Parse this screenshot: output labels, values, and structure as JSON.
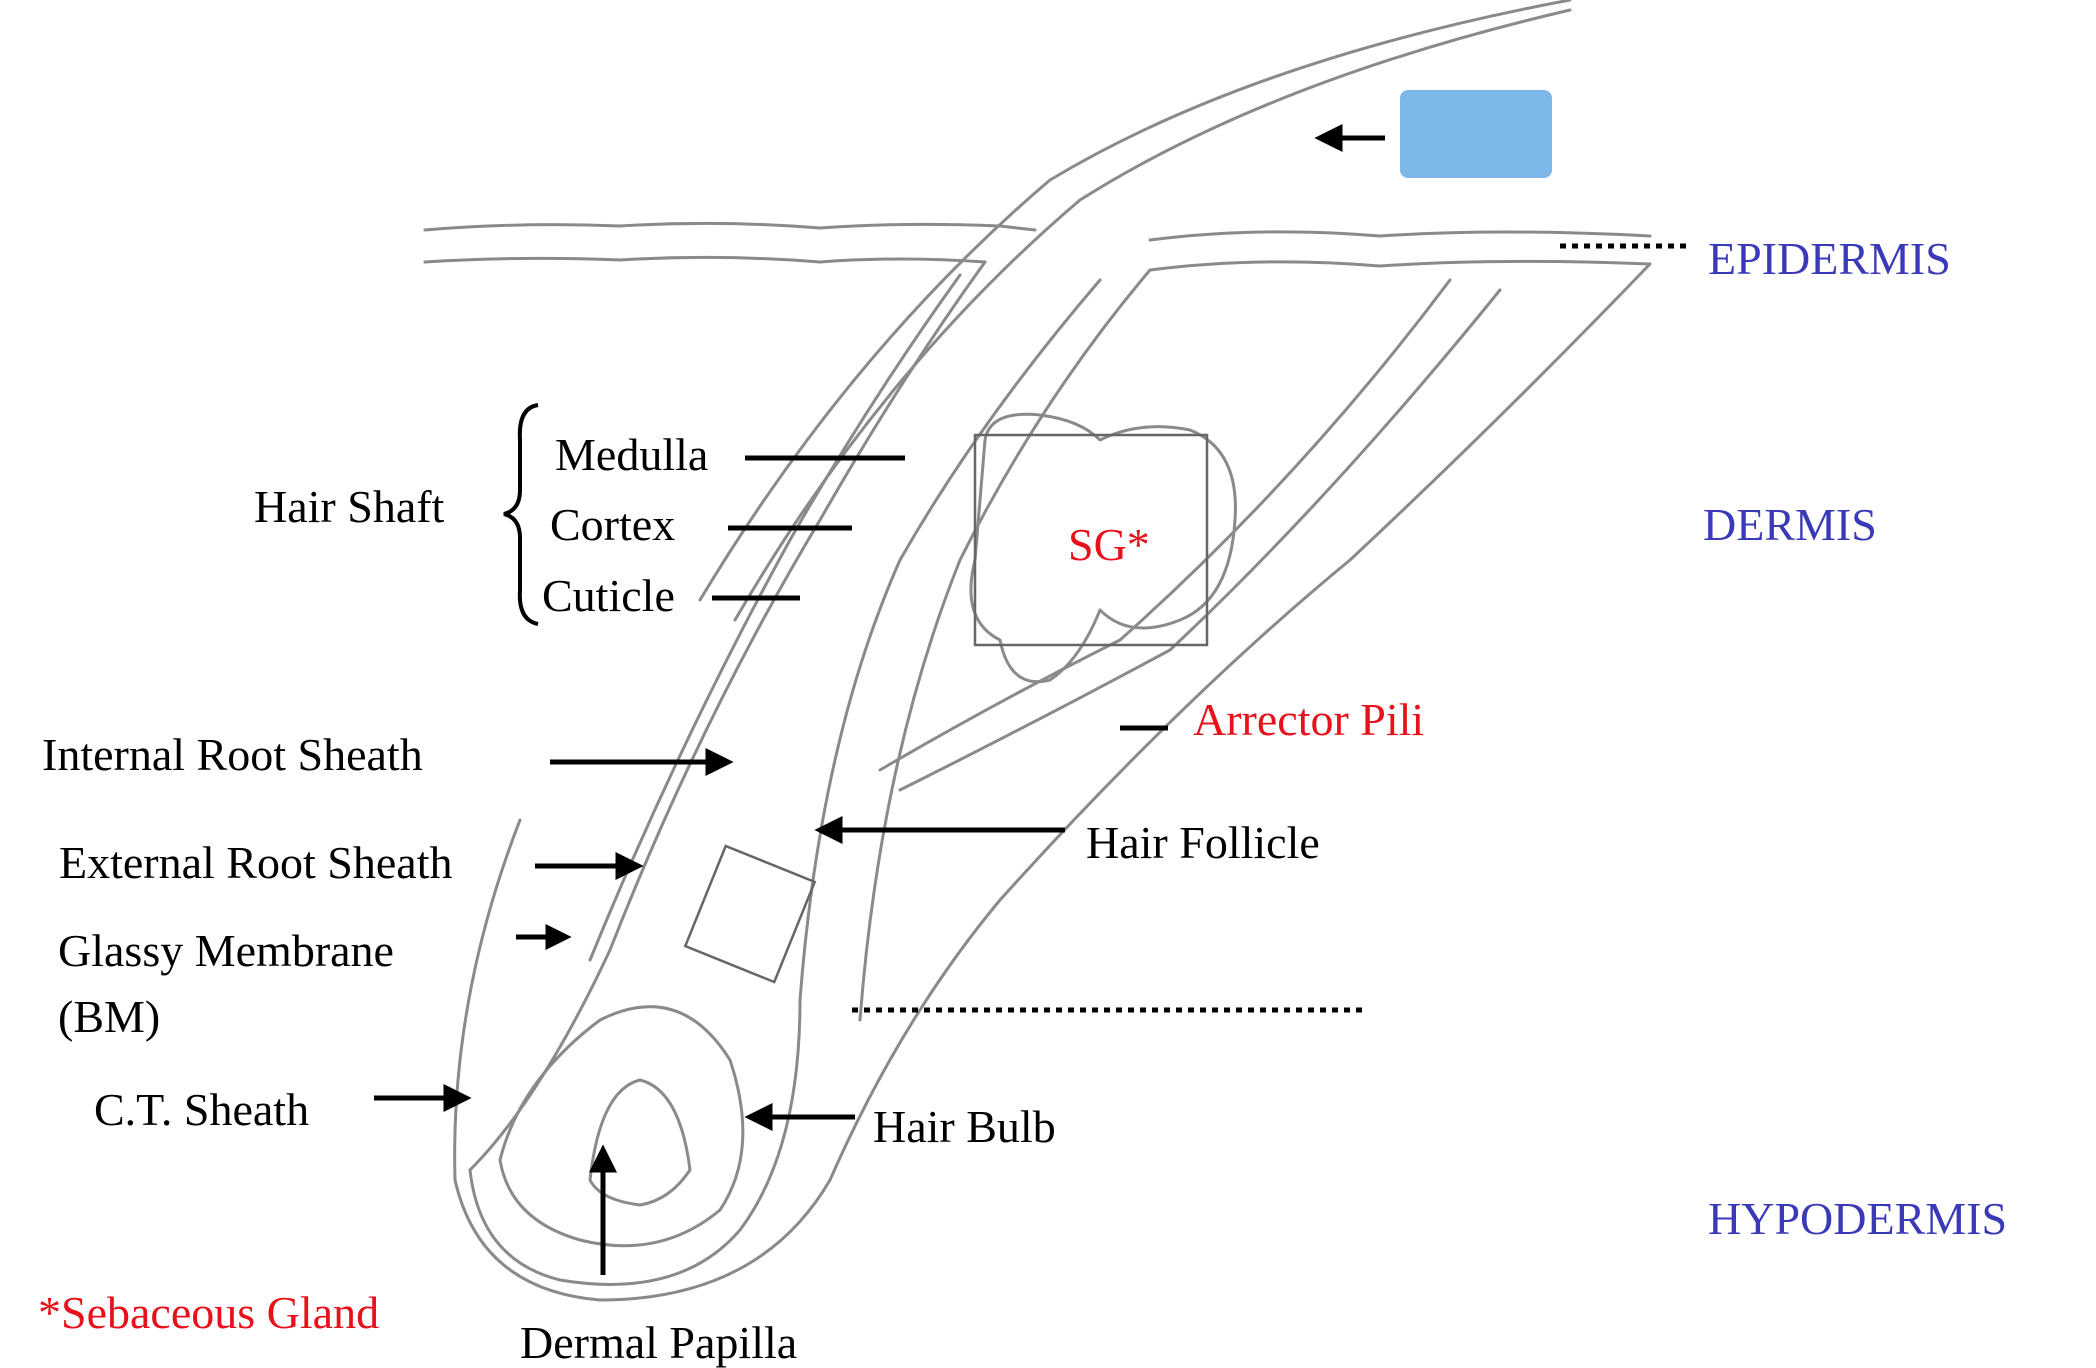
{
  "layers": {
    "epidermis": "EPIDERMIS",
    "dermis": "DERMIS",
    "hypodermis": "HYPODERMIS"
  },
  "labels": {
    "hair_shaft": "Hair Shaft",
    "medulla": "Medulla",
    "cortex": "Cortex",
    "cuticle": "Cuticle",
    "internal_root_sheath": "Internal Root Sheath",
    "external_root_sheath": "External Root Sheath",
    "glassy_membrane_line1": "Glassy Membrane",
    "glassy_membrane_line2": "(BM)",
    "ct_sheath": "C.T. Sheath",
    "dermal_papilla": "Dermal Papilla",
    "hair_bulb": "Hair Bulb",
    "hair_follicle": "Hair Follicle",
    "arrector_pili": "Arrector Pili",
    "sg": "SG*",
    "footnote": "*Sebaceous Gland"
  },
  "colors": {
    "label": "#000000",
    "highlight_red": "#e8101a",
    "layer_blue": "#3a3ab8",
    "covered_label_box": "#7db8e8",
    "sketch_stroke": "#8a8a8a"
  }
}
